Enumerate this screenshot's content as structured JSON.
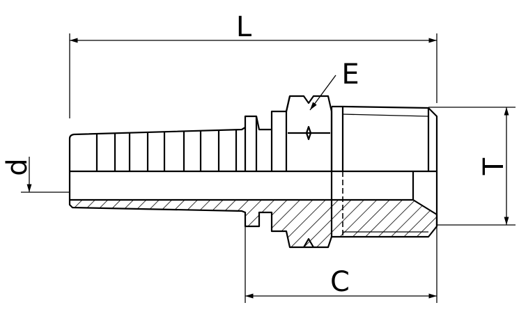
{
  "labels": {
    "length": "L",
    "hex": "E",
    "bore": "d",
    "thread": "T",
    "thread_length": "C"
  }
}
